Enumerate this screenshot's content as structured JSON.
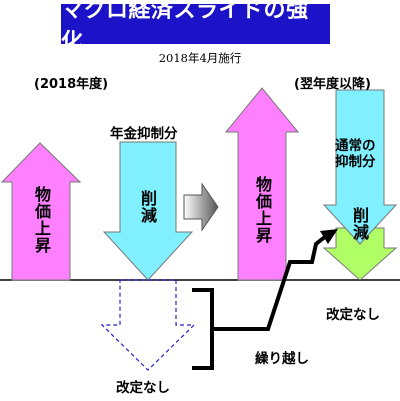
{
  "header": {
    "title": "マクロ経済スライドの強化",
    "subtitle": "2018年4月施行"
  },
  "left": {
    "year_label": "(2018年度)",
    "pension_cut_label": "年金抑制分",
    "price_rise": "物価上昇",
    "reduction": "削減",
    "no_revision": "改定なし"
  },
  "right": {
    "year_label": "(翌年度以降)",
    "price_rise": "物価上昇",
    "normal_cut_line1": "通常の",
    "normal_cut_line2": "抑制分",
    "reduction": "削減",
    "no_revision": "改定なし",
    "carry_over": "繰り越し"
  },
  "colors": {
    "title_bg": "#1c12c8",
    "price_arrow": "#ff80ff",
    "cut_arrow": "#80f0ff",
    "green_arrow": "#b0ff66",
    "dashed_arrow": "#2222cc",
    "arrow_stroke": "#666666"
  }
}
